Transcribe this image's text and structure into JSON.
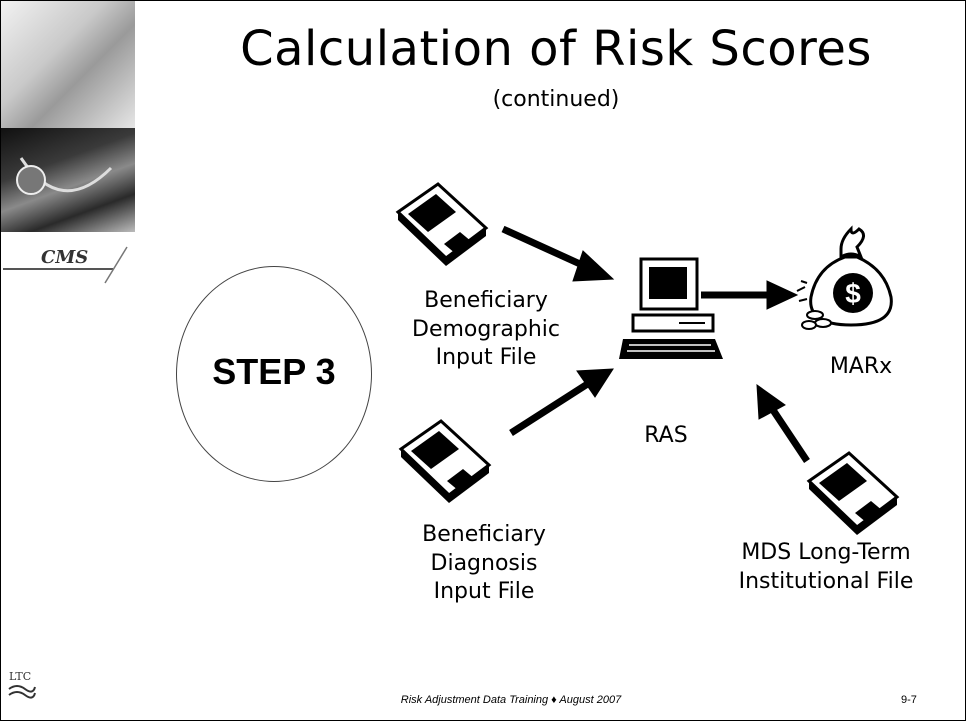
{
  "slide": {
    "title": "Calculation of Risk Scores",
    "subtitle": "(continued)",
    "step_label": "STEP 3",
    "logo_text": "CMS",
    "corner_logo_text": "LTC"
  },
  "diagram": {
    "file_demographic": "Beneficiary Demographic Input File",
    "file_diagnosis": "Beneficiary Diagnosis Input File",
    "system": "RAS",
    "output": "MARx",
    "file_mds": "MDS Long-Term Institutional File"
  },
  "footer": {
    "text": "Risk Adjustment Data Training ♦ August 2007",
    "page": "9-7"
  }
}
